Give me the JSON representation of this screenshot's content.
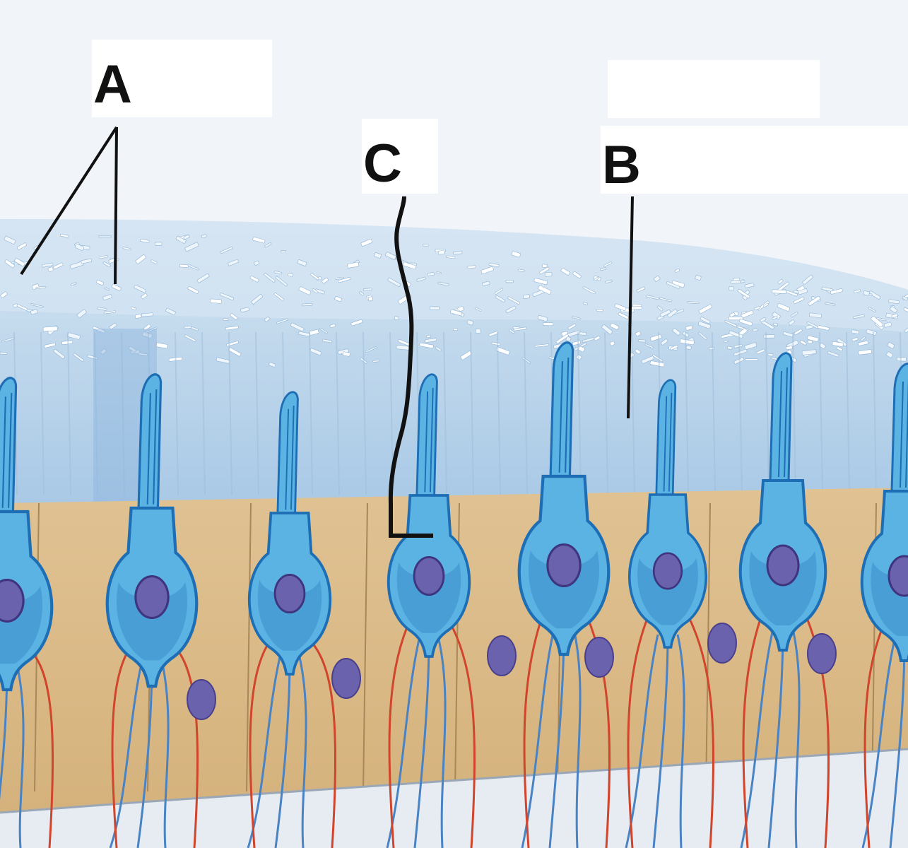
{
  "labels": {
    "a": "A",
    "b": "B",
    "c": "C"
  },
  "colors": {
    "background": "#f1f4f8",
    "gel_layer": "#c4dbed",
    "gel_crystals": "#eef5fb",
    "cell_tissue": "#d9b987",
    "hair_cell": "#5ab3e2",
    "hair_cell_outline": "#1d6eb4",
    "nucleus": "#6a62ad",
    "sensory_nerve_fiber": "#d0452c",
    "motor_nerve_fiber": "#4a83c4",
    "label_box": "#ffffff",
    "leader_line": "#111111"
  }
}
